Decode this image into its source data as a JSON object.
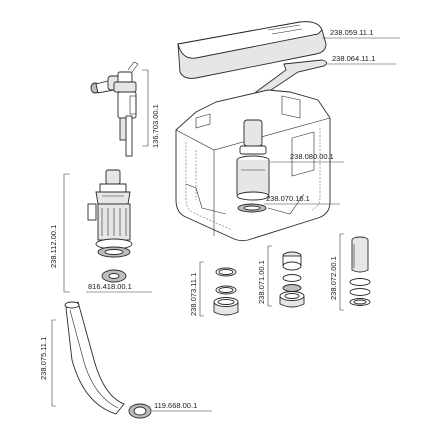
{
  "parts": {
    "cover": "238.059.11.1",
    "lever": "238.064.11.1",
    "fill_valve": "136.703.00.1",
    "flush_valve_bell": "238.080.00.1",
    "seal_ring": "238.070.16.1",
    "flush_valve": "238.112.00.1",
    "flush_valve_gasket": "816.418.00.1",
    "seal_set_a": "238.073.11.1",
    "seal_set_b": "238.071.00.1",
    "seal_set_c": "238.072.00.1",
    "flush_pipe": "238.075.11.1",
    "pipe_cuff": "119.668.00.1"
  }
}
